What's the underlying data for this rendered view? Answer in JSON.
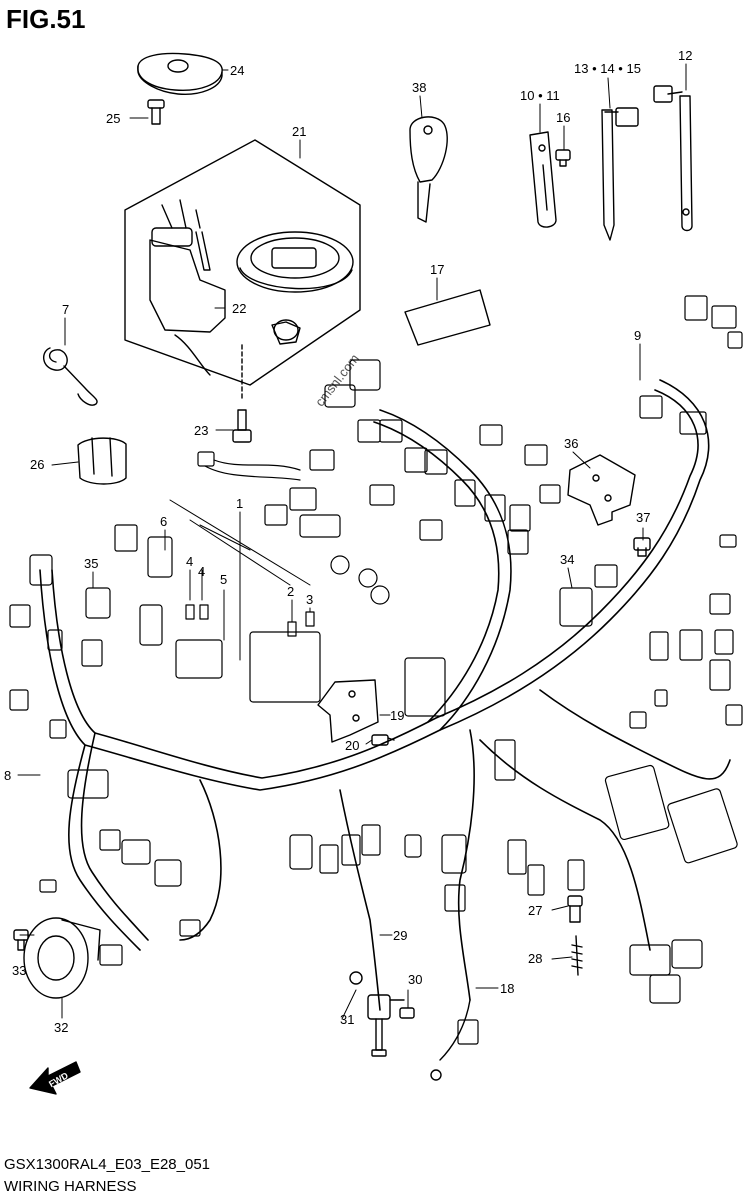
{
  "figure": {
    "title": "FIG.51",
    "model_code": "GSX1300RAL4_E03_E28_051",
    "caption": "WIRING HARNESS",
    "watermark": "cmsnl.com",
    "direction_mark": "FWD"
  },
  "callouts": [
    {
      "id": "c24",
      "label": "24"
    },
    {
      "id": "c25",
      "label": "25"
    },
    {
      "id": "c21",
      "label": "21"
    },
    {
      "id": "c22",
      "label": "22"
    },
    {
      "id": "c23",
      "label": "23"
    },
    {
      "id": "c7",
      "label": "7"
    },
    {
      "id": "c26",
      "label": "26"
    },
    {
      "id": "c38",
      "label": "38"
    },
    {
      "id": "c10_11",
      "label": "10 • 11"
    },
    {
      "id": "c16",
      "label": "16"
    },
    {
      "id": "c13_14_15",
      "label": "13 • 14 • 15"
    },
    {
      "id": "c12",
      "label": "12"
    },
    {
      "id": "c17",
      "label": "17"
    },
    {
      "id": "c9",
      "label": "9"
    },
    {
      "id": "c36",
      "label": "36"
    },
    {
      "id": "c37",
      "label": "37"
    },
    {
      "id": "c34",
      "label": "34"
    },
    {
      "id": "c1",
      "label": "1"
    },
    {
      "id": "c6",
      "label": "6"
    },
    {
      "id": "c4a",
      "label": "4"
    },
    {
      "id": "c4b",
      "label": "4"
    },
    {
      "id": "c5",
      "label": "5"
    },
    {
      "id": "c2",
      "label": "2"
    },
    {
      "id": "c3",
      "label": "3"
    },
    {
      "id": "c35",
      "label": "35"
    },
    {
      "id": "c19",
      "label": "19"
    },
    {
      "id": "c20",
      "label": "20"
    },
    {
      "id": "c8",
      "label": "8"
    },
    {
      "id": "c27",
      "label": "27"
    },
    {
      "id": "c28",
      "label": "28"
    },
    {
      "id": "c29",
      "label": "29"
    },
    {
      "id": "c30",
      "label": "30"
    },
    {
      "id": "c31",
      "label": "31"
    },
    {
      "id": "c18",
      "label": "18"
    },
    {
      "id": "c33",
      "label": "33"
    },
    {
      "id": "c32",
      "label": "32"
    }
  ]
}
